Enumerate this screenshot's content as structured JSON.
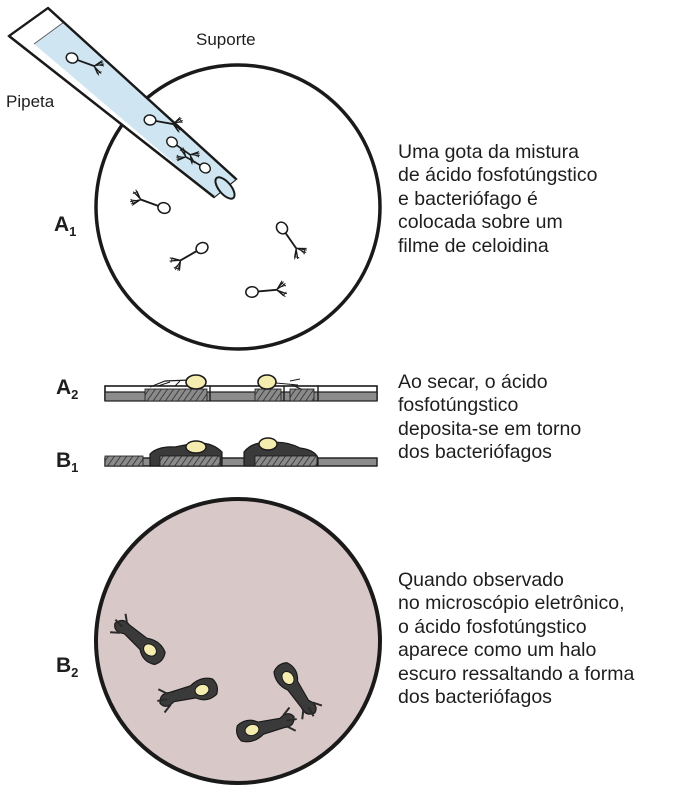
{
  "labels": {
    "support": "Suporte",
    "pipette": "Pipeta",
    "a1_letter": "A",
    "a1_sub": "1",
    "a2_letter": "A",
    "a2_sub": "2",
    "b1_letter": "B",
    "b1_sub": "1",
    "b2_letter": "B",
    "b2_sub": "2"
  },
  "captions": {
    "step1": [
      "Uma gota da mistura",
      "de ácido fosfotúngstico",
      "e bacteriófago é",
      "colocada sobre um",
      "filme de celoidina"
    ],
    "step2": [
      "Ao secar, o ácido",
      "fosfotúngstico",
      "deposita-se em torno",
      "dos bacteriófagos"
    ],
    "step3": [
      "Quando observado",
      "no microscópio eletrônico,",
      "o ácido fosfotúngstico",
      "aparece como um halo",
      "escuro ressaltando a forma",
      "dos bacteriófagos"
    ]
  },
  "colors": {
    "outline": "#1a1a1a",
    "pipette_fill": "#cfe6f2",
    "micrograph_bg": "#d9c8c8",
    "phage_head": "#f5ecb0",
    "stain": "#3a3a3a"
  }
}
